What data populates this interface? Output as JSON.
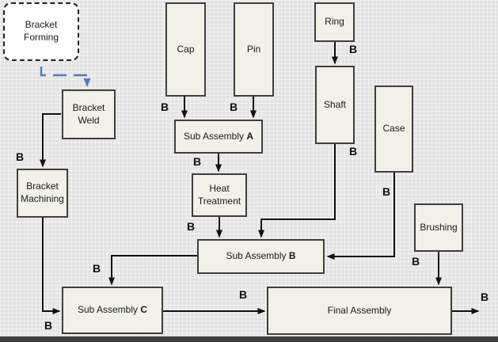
{
  "diagram": {
    "flow_label": "B",
    "colors": {
      "background": "#e3e3e3",
      "box_fill": "#f1f1e8",
      "box_border": "#3f3f3f",
      "connector": "#111111",
      "planned_connector": "#4a7ec2",
      "bottom_bar": "#3d3d3d"
    },
    "nodes": {
      "bracket_forming": {
        "label": "Bracket Forming"
      },
      "cap": {
        "label": "Cap"
      },
      "pin": {
        "label": "Pin"
      },
      "ring": {
        "label": "Ring"
      },
      "shaft": {
        "label": "Shaft"
      },
      "case": {
        "label": "Case"
      },
      "bracket_weld": {
        "label": "Bracket Weld"
      },
      "bracket_machining": {
        "label": "Bracket Machining"
      },
      "sub_assembly_a": {
        "prefix": "Sub Assembly ",
        "suffix": "A"
      },
      "heat_treatment": {
        "label": "Heat Treatment"
      },
      "brushing": {
        "label": "Brushing"
      },
      "sub_assembly_b": {
        "prefix": "Sub Assembly ",
        "suffix": "B"
      },
      "sub_assembly_c": {
        "prefix": "Sub Assembly ",
        "suffix": "C"
      },
      "final_assembly": {
        "label": "Final Assembly"
      }
    },
    "edges": [
      {
        "from": "bracket_forming",
        "to": "bracket_weld",
        "style": "planned-blue-dashed",
        "label": ""
      },
      {
        "from": "ring",
        "to": "shaft",
        "label": "B"
      },
      {
        "from": "cap",
        "to": "sub_assembly_a",
        "label": "B"
      },
      {
        "from": "pin",
        "to": "sub_assembly_a",
        "label": "B"
      },
      {
        "from": "sub_assembly_a",
        "to": "heat_treatment",
        "label": "B"
      },
      {
        "from": "heat_treatment",
        "to": "sub_assembly_b",
        "label": "B"
      },
      {
        "from": "shaft",
        "to": "sub_assembly_b",
        "label": "B"
      },
      {
        "from": "case",
        "to": "sub_assembly_b",
        "label": "B"
      },
      {
        "from": "brushing",
        "to": "final_assembly",
        "label": "B"
      },
      {
        "from": "sub_assembly_b",
        "to": "sub_assembly_c",
        "label": "B"
      },
      {
        "from": "bracket_weld",
        "to": "bracket_machining",
        "label": "B"
      },
      {
        "from": "bracket_machining",
        "to": "sub_assembly_c",
        "label": "B"
      },
      {
        "from": "sub_assembly_c",
        "to": "final_assembly",
        "label": "B"
      },
      {
        "from": "final_assembly",
        "to": "output",
        "label": "B"
      }
    ]
  }
}
